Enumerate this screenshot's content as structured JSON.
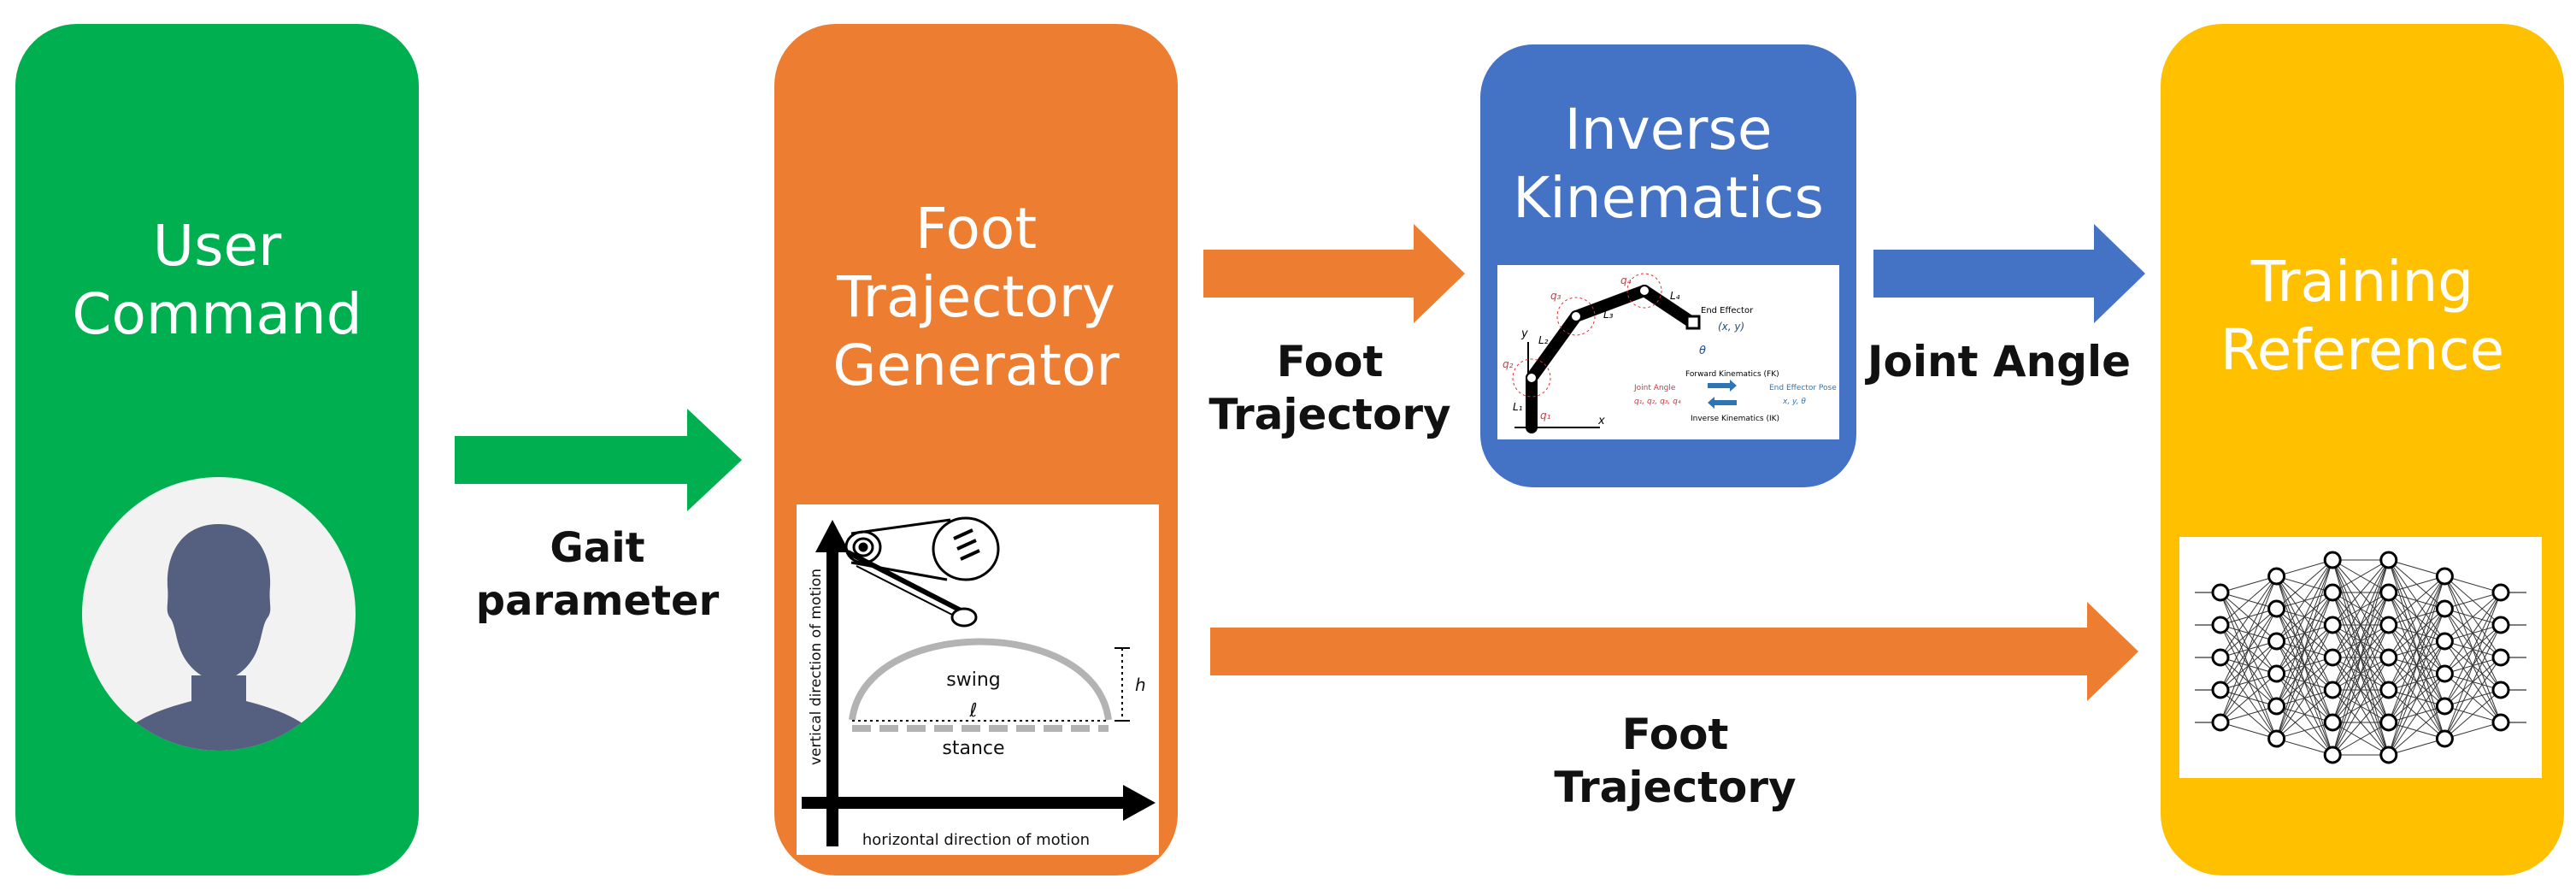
{
  "colors": {
    "green": "#00b050",
    "orange": "#ed7d31",
    "blue": "#4472c4",
    "yellow": "#ffc000",
    "avatar_bg": "#f2f2f2",
    "avatar_silhouette": "#556080"
  },
  "boxes": {
    "user_command": {
      "title": [
        "User",
        "Command"
      ]
    },
    "foot_trajectory_generator": {
      "title": [
        "Foot",
        "Trajectory",
        "Generator"
      ]
    },
    "inverse_kinematics": {
      "title": [
        "Inverse",
        "Kinematics"
      ]
    },
    "training_reference": {
      "title": [
        "Training",
        "Reference"
      ]
    }
  },
  "arrows": {
    "gait_parameter": {
      "label": "Gait parameter"
    },
    "foot_trajectory_top": {
      "label": [
        "Foot",
        "Trajectory"
      ]
    },
    "joint_angle": {
      "label": "Joint Angle"
    },
    "foot_trajectory_bottom": {
      "label": [
        "Foot",
        "Trajectory"
      ]
    }
  },
  "trajectory_figure": {
    "y_axis": "vertical direction of motion",
    "x_axis": "horizontal direction of motion",
    "swing": "swing",
    "stance": "stance",
    "step_length": "ℓ",
    "step_height": "h"
  },
  "ik_figure": {
    "end_effector": "End Effector",
    "xy": "(x, y)",
    "theta": "θ",
    "forward_kinematics": "Forward Kinematics (FK)",
    "inverse_kinematics": "Inverse Kinematics (IK)",
    "joint_angle": "Joint Angle",
    "joint_values": "q₁, q₂, q₃, q₄",
    "end_effector_pose": "End Effector Pose",
    "pose_values": "x, y, θ",
    "axis_x": "x",
    "axis_y": "y",
    "q1": "q₁",
    "q2": "q₂",
    "q3": "q₃",
    "q4": "q₄",
    "L1": "L₁",
    "L2": "L₂",
    "L3": "L₃",
    "L4": "L₄"
  },
  "neural_net": {
    "layers": [
      5,
      6,
      7,
      7,
      6,
      5
    ]
  }
}
